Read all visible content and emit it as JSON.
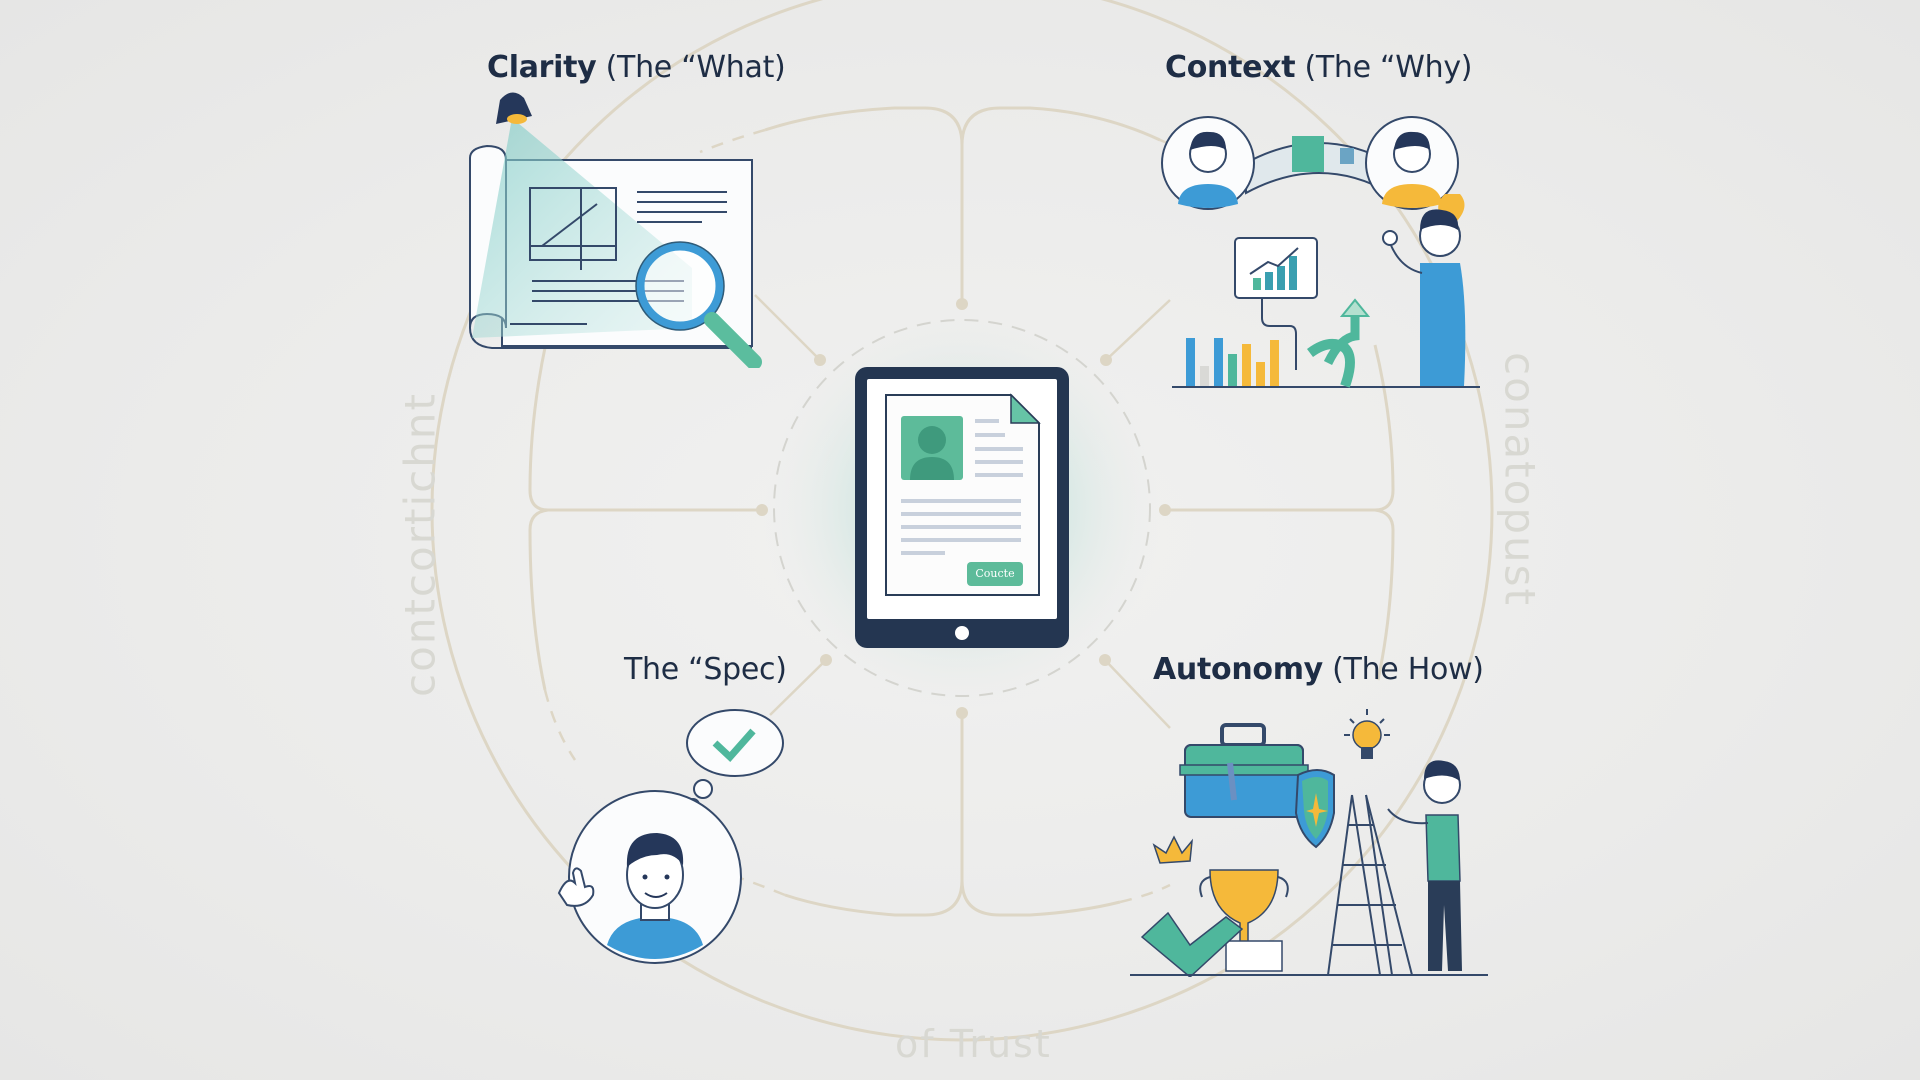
{
  "diagram": {
    "center": {
      "device": "tablet",
      "document_button_label": "Coucte",
      "accent_color": "#5bbd9e",
      "frame_color": "#233650"
    },
    "quadrants": [
      {
        "id": "clarity",
        "title_bold": "Clarity",
        "title_rest": " (The “What)",
        "illustration": "blueprint-with-spotlight-and-magnifier"
      },
      {
        "id": "context",
        "title_bold": "Context",
        "title_rest": " (The “Why)",
        "illustration": "connected-people-puzzle-and-growth-charts"
      },
      {
        "id": "spec",
        "title_bold": "",
        "title_rest": "The “Spec)",
        "illustration": "person-with-checkmark-thought"
      },
      {
        "id": "autonomy",
        "title_bold": "Autonomy",
        "title_rest": " (The How)",
        "illustration": "toolbox-shield-trophy-ladder-person"
      }
    ],
    "ghost_text": {
      "left": "contcortichnt",
      "right": "conatopust",
      "bottom": "of Trust"
    },
    "colors": {
      "ink": "#1e2d45",
      "line": "#d9d3c4",
      "teal": "#4fb79c",
      "blue": "#3d9bd6",
      "yellow": "#f5b93a"
    }
  }
}
